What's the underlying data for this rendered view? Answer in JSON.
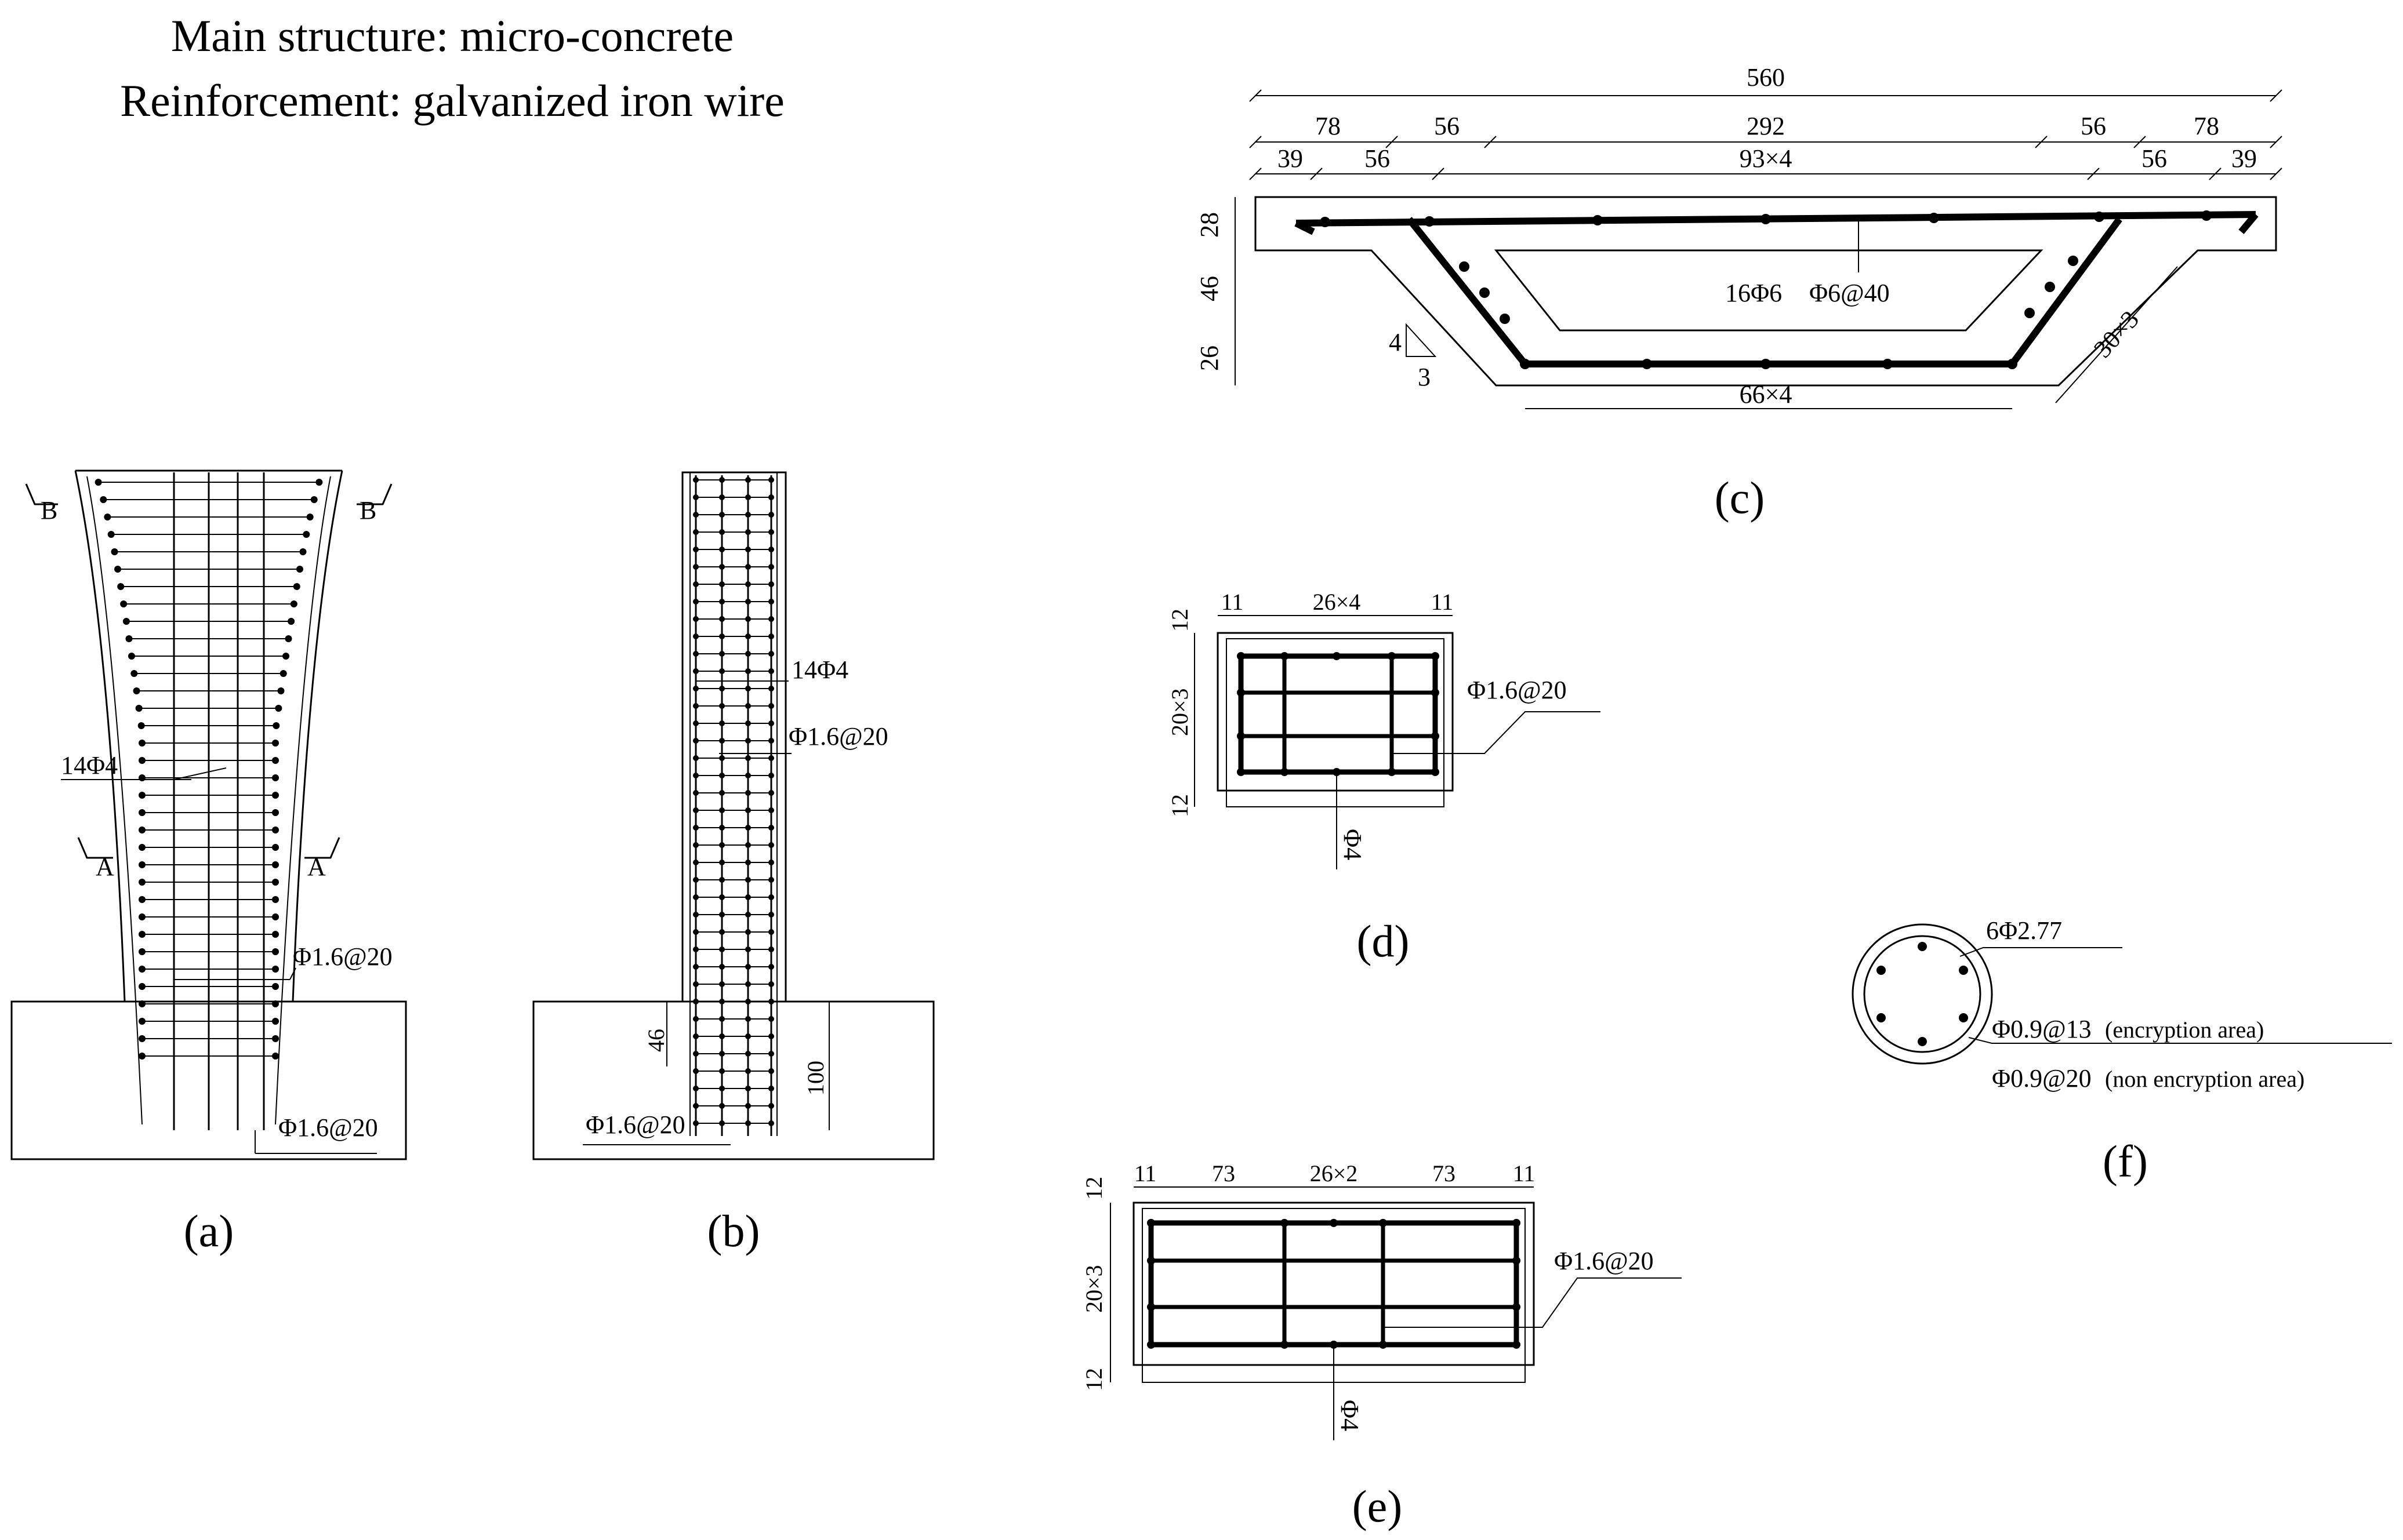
{
  "header": {
    "line1": "Main structure: micro-concrete",
    "line2": "Reinforcement: galvanized iron wire"
  },
  "panel_a": {
    "caption": "(a)",
    "long_bar": "14Φ4",
    "stirrup_upper": "Φ1.6@20",
    "stirrup_lower": "Φ1.6@20",
    "section_b": "B",
    "section_a": "A"
  },
  "panel_b": {
    "caption": "(b)",
    "long_bar": "14Φ4",
    "stirrup": "Φ1.6@20",
    "stirrup_base": "Φ1.6@20",
    "dim_46": "46",
    "dim_100": "100"
  },
  "panel_c": {
    "caption": "(c)",
    "dims_top": [
      "560"
    ],
    "dims_row2": [
      "78",
      "56",
      "292",
      "56",
      "78"
    ],
    "dims_row3": [
      "39",
      "56",
      "93×4",
      "56",
      "39"
    ],
    "dims_left": [
      "28",
      "46",
      "26"
    ],
    "dim_bottom": "66×4",
    "dim_web": "30×3",
    "bars": "16Φ6",
    "stirrup": "Φ6@40",
    "slope_v": "4",
    "slope_h": "3"
  },
  "panel_d": {
    "caption": "(d)",
    "dims_top": [
      "11",
      "26×4",
      "11"
    ],
    "dims_left": [
      "12",
      "20×3",
      "12"
    ],
    "stirrup": "Φ1.6@20",
    "bar": "Φ4"
  },
  "panel_e": {
    "caption": "(e)",
    "dims_top": [
      "11",
      "73",
      "26×2",
      "73",
      "11"
    ],
    "dims_left": [
      "12",
      "20×3",
      "12"
    ],
    "stirrup": "Φ1.6@20",
    "bar": "Φ4"
  },
  "panel_f": {
    "caption": "(f)",
    "bars": "6Φ2.77",
    "stirrup_enc": "Φ0.9@13",
    "stirrup_enc_note": "(encryption area)",
    "stirrup_non": "Φ0.9@20",
    "stirrup_non_note": "(non encryption area)"
  }
}
